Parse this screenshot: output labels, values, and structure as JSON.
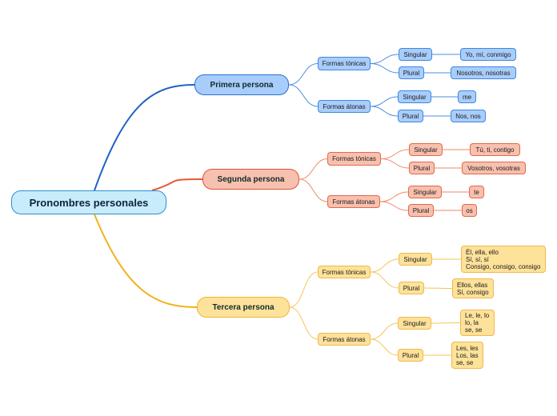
{
  "root": {
    "label": "Pronombres personales"
  },
  "branches": [
    {
      "label": "Primera persona",
      "color": "#1f62c8",
      "light_color": "#4d8de0",
      "groups": [
        {
          "label": "Formas tónicas",
          "items": [
            {
              "label": "Singular",
              "value": [
                "Yo, mí, conmigo"
              ]
            },
            {
              "label": "Plural",
              "value": [
                "Nosotros, nosotras"
              ]
            }
          ]
        },
        {
          "label": "Formas átonas",
          "items": [
            {
              "label": "Singular",
              "value": [
                "me"
              ]
            },
            {
              "label": "Plural",
              "value": [
                "Nos, nos"
              ]
            }
          ]
        }
      ]
    },
    {
      "label": "Segunda persona",
      "color": "#e35a35",
      "light_color": "#ec8a6a",
      "groups": [
        {
          "label": "Formas tónicas",
          "items": [
            {
              "label": "Singular",
              "value": [
                "Tú, ti, contigo"
              ]
            },
            {
              "label": "Plural",
              "value": [
                "Vosotros, vosotras"
              ]
            }
          ]
        },
        {
          "label": "Formas átonas",
          "items": [
            {
              "label": "Singular",
              "value": [
                "te"
              ]
            },
            {
              "label": "Plural",
              "value": [
                "os"
              ]
            }
          ]
        }
      ]
    },
    {
      "label": "Tercera persona",
      "color": "#f1b21d",
      "light_color": "#f5c55a",
      "groups": [
        {
          "label": "Formas tónicas",
          "items": [
            {
              "label": "Singular",
              "value": [
                "Él, ella, ello",
                "Sí, sí, sí",
                "Consigo, consigo, consigo"
              ]
            },
            {
              "label": "Plural",
              "value": [
                "Ellos, ellas",
                "Sí, consigo"
              ]
            }
          ]
        },
        {
          "label": "Formas átonas",
          "items": [
            {
              "label": "Singular",
              "value": [
                "Le, le, lo",
                "lo, la",
                "se, se"
              ]
            },
            {
              "label": "Plural",
              "value": [
                "Les, les",
                "Los, las",
                "se, se"
              ]
            }
          ]
        }
      ]
    }
  ]
}
